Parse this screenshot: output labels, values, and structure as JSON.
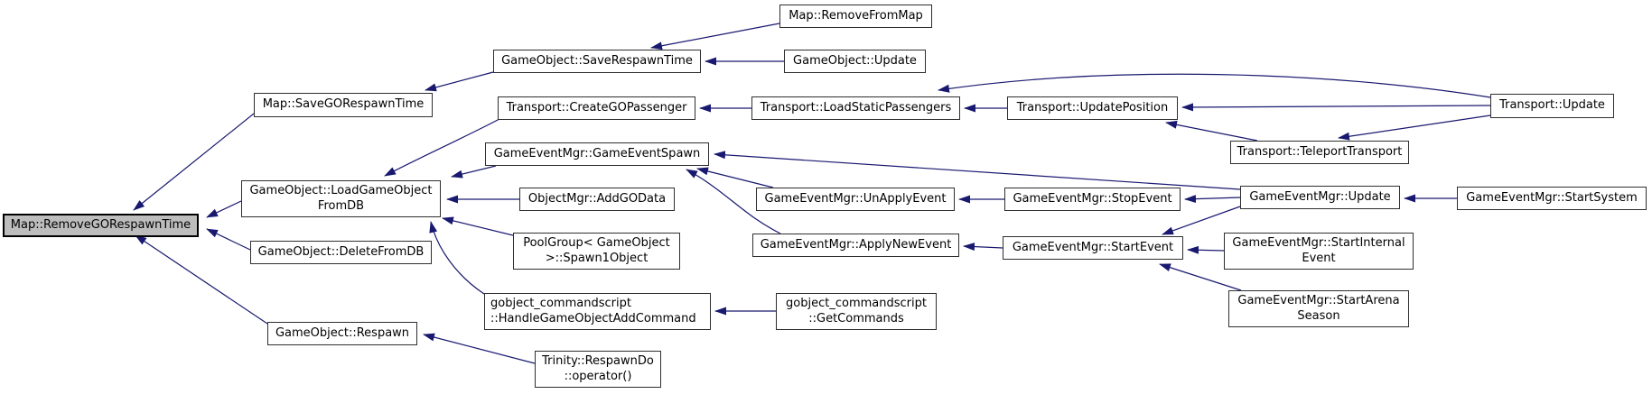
{
  "diagram": {
    "type": "doxygen-caller-graph",
    "root_function": "Map::RemoveGORespawnTime",
    "colors": {
      "edge": "#191970",
      "node_border": "#2e2e2e",
      "node_fill": "#ffffff",
      "highlight_fill": "#bdbdbd",
      "text": "#000000",
      "background": "#ffffff"
    },
    "nodes": {
      "removeGORespawnTime": {
        "label": "Map::RemoveGORespawnTime"
      },
      "saveGORespawnTime": {
        "label": "Map::SaveGORespawnTime"
      },
      "saveRespawnTime": {
        "label": "GameObject::SaveRespawnTime"
      },
      "removeFromMap": {
        "label": "Map::RemoveFromMap"
      },
      "goUpdate": {
        "label": "GameObject::Update"
      },
      "createGOPassenger": {
        "label": "Transport::CreateGOPassenger"
      },
      "loadStaticPassengers": {
        "label": "Transport::LoadStaticPassengers"
      },
      "updatePosition": {
        "label": "Transport::UpdatePosition"
      },
      "transportUpdate": {
        "label": "Transport::Update"
      },
      "teleportTransport": {
        "label": "Transport::TeleportTransport"
      },
      "gameEventSpawn": {
        "label": "GameEventMgr::GameEventSpawn"
      },
      "loadGameObjectFromDB": {
        "lines": [
          "GameObject::LoadGameObject",
          "FromDB"
        ]
      },
      "addGOData": {
        "label": "ObjectMgr::AddGOData"
      },
      "unApplyEvent": {
        "label": "GameEventMgr::UnApplyEvent"
      },
      "stopEvent": {
        "label": "GameEventMgr::StopEvent"
      },
      "gemUpdate": {
        "label": "GameEventMgr::Update"
      },
      "startSystem": {
        "label": "GameEventMgr::StartSystem"
      },
      "deleteFromDB": {
        "label": "GameObject::DeleteFromDB"
      },
      "spawn1Object": {
        "lines": [
          "PoolGroup< GameObject",
          ">::Spawn1Object"
        ]
      },
      "applyNewEvent": {
        "label": "GameEventMgr::ApplyNewEvent"
      },
      "startEvent": {
        "label": "GameEventMgr::StartEvent"
      },
      "startInternalEvent": {
        "lines": [
          "GameEventMgr::StartInternal",
          "Event"
        ]
      },
      "handleGameObjectAddCommand": {
        "lines": [
          "gobject_commandscript",
          "::HandleGameObjectAddCommand"
        ]
      },
      "getCommands": {
        "lines": [
          "gobject_commandscript",
          "::GetCommands"
        ]
      },
      "respawn": {
        "label": "GameObject::Respawn"
      },
      "respawnDo": {
        "lines": [
          "Trinity::RespawnDo",
          "::operator()"
        ]
      },
      "startArenaSeason": {
        "lines": [
          "GameEventMgr::StartArena",
          "Season"
        ]
      }
    },
    "edges": [
      {
        "from": "Map::SaveGORespawnTime",
        "to": "Map::RemoveGORespawnTime"
      },
      {
        "from": "GameObject::LoadGameObjectFromDB",
        "to": "Map::RemoveGORespawnTime"
      },
      {
        "from": "GameObject::DeleteFromDB",
        "to": "Map::RemoveGORespawnTime"
      },
      {
        "from": "GameObject::Respawn",
        "to": "Map::RemoveGORespawnTime"
      },
      {
        "from": "GameObject::SaveRespawnTime",
        "to": "Map::SaveGORespawnTime"
      },
      {
        "from": "Map::RemoveFromMap",
        "to": "GameObject::SaveRespawnTime"
      },
      {
        "from": "GameObject::Update",
        "to": "GameObject::SaveRespawnTime"
      },
      {
        "from": "Transport::CreateGOPassenger",
        "to": "GameObject::LoadGameObjectFromDB"
      },
      {
        "from": "GameEventMgr::GameEventSpawn",
        "to": "GameObject::LoadGameObjectFromDB"
      },
      {
        "from": "ObjectMgr::AddGOData",
        "to": "GameObject::LoadGameObjectFromDB"
      },
      {
        "from": "PoolGroup< GameObject >::Spawn1Object",
        "to": "GameObject::LoadGameObjectFromDB"
      },
      {
        "from": "gobject_commandscript::HandleGameObjectAddCommand",
        "to": "GameObject::LoadGameObjectFromDB"
      },
      {
        "from": "Transport::LoadStaticPassengers",
        "to": "Transport::CreateGOPassenger"
      },
      {
        "from": "Transport::UpdatePosition",
        "to": "Transport::LoadStaticPassengers"
      },
      {
        "from": "Transport::Update",
        "to": "Transport::LoadStaticPassengers"
      },
      {
        "from": "Transport::Update",
        "to": "Transport::UpdatePosition"
      },
      {
        "from": "Transport::TeleportTransport",
        "to": "Transport::UpdatePosition"
      },
      {
        "from": "Transport::Update",
        "to": "Transport::TeleportTransport"
      },
      {
        "from": "GameEventMgr::Update",
        "to": "GameEventMgr::GameEventSpawn"
      },
      {
        "from": "GameEventMgr::UnApplyEvent",
        "to": "GameEventMgr::GameEventSpawn"
      },
      {
        "from": "GameEventMgr::ApplyNewEvent",
        "to": "GameEventMgr::GameEventSpawn"
      },
      {
        "from": "GameEventMgr::StopEvent",
        "to": "GameEventMgr::UnApplyEvent"
      },
      {
        "from": "GameEventMgr::Update",
        "to": "GameEventMgr::StopEvent"
      },
      {
        "from": "GameEventMgr::StartEvent",
        "to": "GameEventMgr::ApplyNewEvent"
      },
      {
        "from": "GameEventMgr::Update",
        "to": "GameEventMgr::StartEvent"
      },
      {
        "from": "GameEventMgr::StartInternalEvent",
        "to": "GameEventMgr::StartEvent"
      },
      {
        "from": "GameEventMgr::StartArenaSeason",
        "to": "GameEventMgr::StartEvent"
      },
      {
        "from": "GameEventMgr::StartSystem",
        "to": "GameEventMgr::Update"
      },
      {
        "from": "gobject_commandscript::GetCommands",
        "to": "gobject_commandscript::HandleGameObjectAddCommand"
      },
      {
        "from": "Trinity::RespawnDo::operator()",
        "to": "GameObject::Respawn"
      }
    ]
  }
}
